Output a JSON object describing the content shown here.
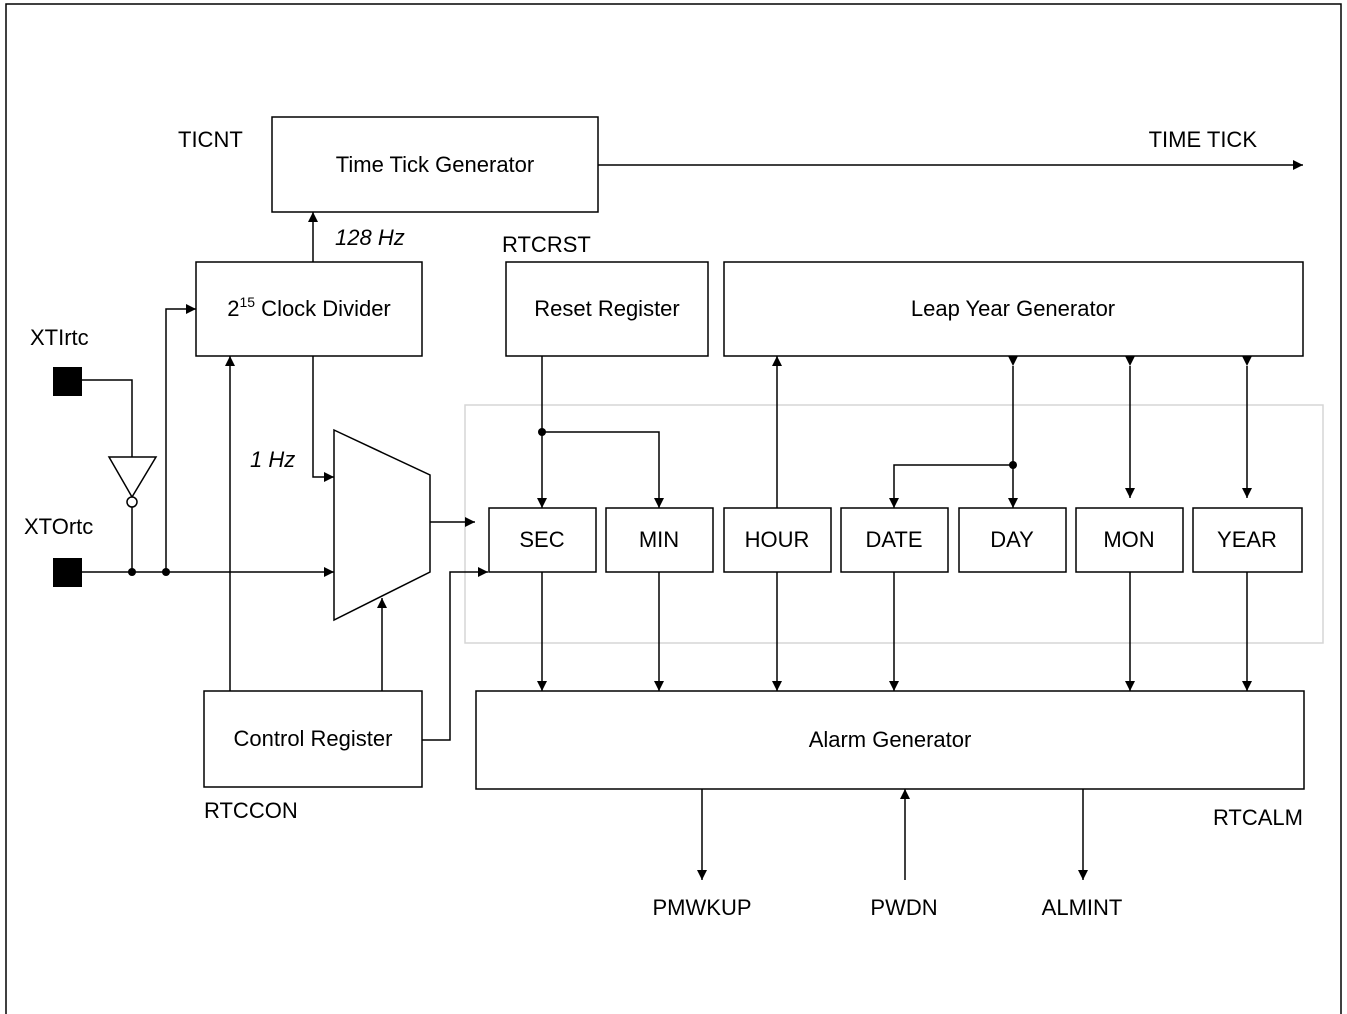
{
  "blocks": {
    "time_tick_generator": "Time Tick Generator",
    "clock_divider_base": "2",
    "clock_divider_exp": "15",
    "clock_divider_rest": " Clock Divider",
    "reset_register": "Reset Register",
    "leap_year_generator": "Leap Year Generator",
    "control_register": "Control Register",
    "alarm_generator": "Alarm Generator"
  },
  "counters": [
    "SEC",
    "MIN",
    "HOUR",
    "DATE",
    "DAY",
    "MON",
    "YEAR"
  ],
  "labels": {
    "ticnt": "TICNT",
    "time_tick": "TIME TICK",
    "freq_128": "128 Hz",
    "freq_1": "1 Hz",
    "rtcrst": "RTCRST",
    "xtirtc": "XTIrtc",
    "xtortc": "XTOrtc",
    "rtccon": "RTCCON",
    "rtcalm": "RTCALM",
    "pmwkup": "PMWKUP",
    "pwdn": "PWDN",
    "almint": "ALMINT"
  }
}
